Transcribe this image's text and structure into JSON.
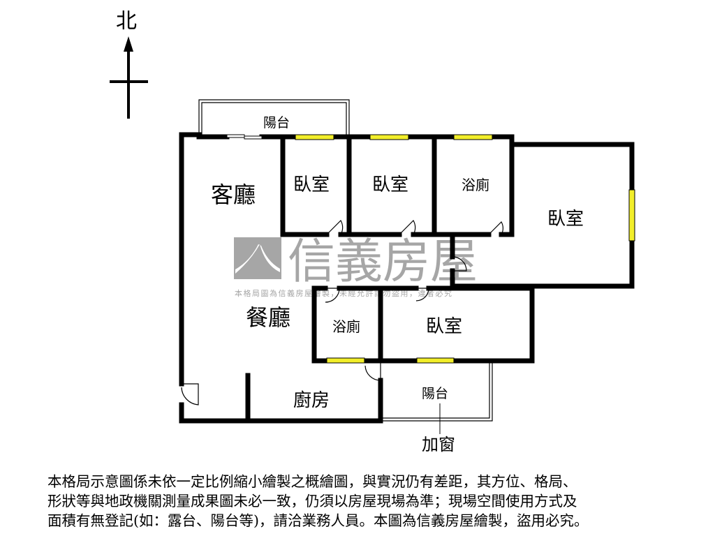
{
  "compass": {
    "label": "北"
  },
  "rooms": {
    "balcony_top": "陽台",
    "living_room": "客廳",
    "bedroom_1": "臥室",
    "bedroom_2": "臥室",
    "bathroom_1": "浴廁",
    "bedroom_master": "臥室",
    "dining_room": "餐廳",
    "bathroom_2": "浴廁",
    "bedroom_3": "臥室",
    "kitchen": "廚房",
    "balcony_bottom": "陽台",
    "annotation": "加窗"
  },
  "watermark": {
    "brand": "信義房屋",
    "notice": "本格局圖為信義房屋繪製，未經允許請勿盜用，違者必究"
  },
  "disclaimer": [
    "本格局示意圖係未依一定比例縮小繪製之概繪圖，與實況仍有差距，其方位、格局、",
    "形狀等與地政機關測量成果圖未必一致，仍須以房屋現場為準；現場空間使用方式及",
    "面積有無登記(如：露台、陽台等)，請洽業務人員。本圖為信義房屋繪製，盜用必究。"
  ],
  "colors": {
    "wall": "#000000",
    "window": "#f2ee2a",
    "watermark": "#a6a6a6"
  }
}
